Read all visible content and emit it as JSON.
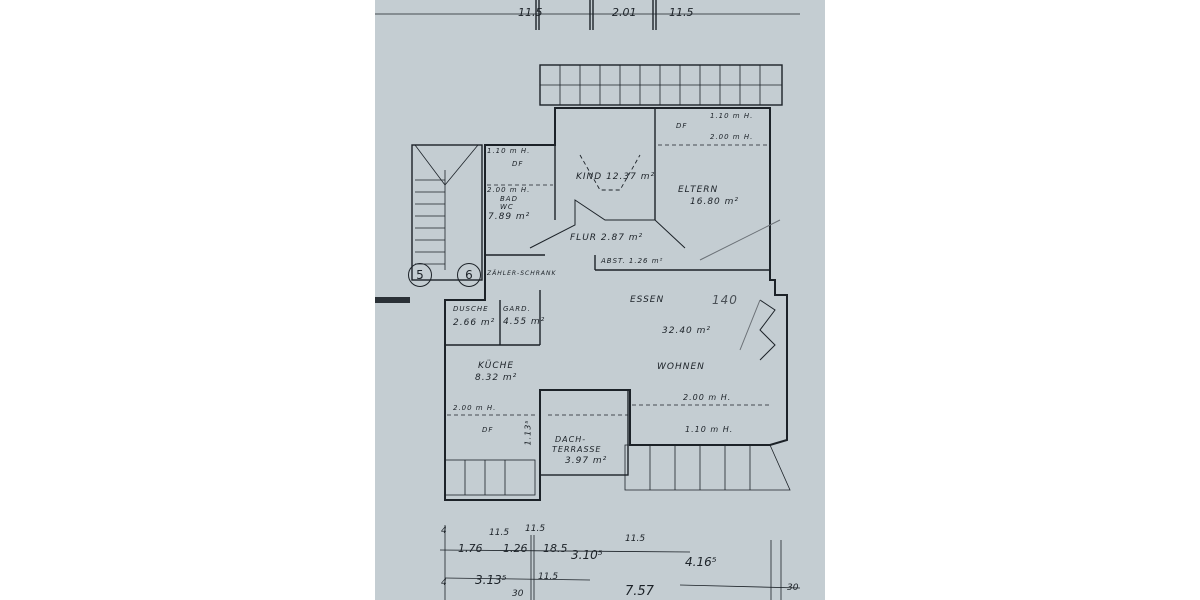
{
  "rooms": {
    "kind": {
      "label": "KIND 12.37 m²"
    },
    "eltern": {
      "name": "ELTERN",
      "area": "16.80 m²"
    },
    "bad": {
      "name": "BAD",
      "name2": "WC",
      "area": "7.89 m²",
      "h1": "1.10 m H.",
      "df": "DF",
      "h2": "2.00 m H."
    },
    "flur": {
      "label": "FLUR 2.87 m²"
    },
    "abst": {
      "label": "ABST. 1.26 m²"
    },
    "dusche": {
      "name": "DUSCHE",
      "area": "2.66 m²"
    },
    "gard": {
      "name": "GARD.",
      "area": "4.55 m²"
    },
    "kueche": {
      "name": "KÜCHE",
      "area": "8.32 m²",
      "h2": "2.00 m H.",
      "df": "DF",
      "dim": "1.13⁵"
    },
    "essen": {
      "name": "ESSEN"
    },
    "wohnen": {
      "name": "WOHNEN",
      "area": "32.40 m²",
      "h2": "2.00 m H.",
      "h1": "1.10 m H."
    },
    "terrasse": {
      "name": "DACH-",
      "name2": "TERRASSE",
      "area": "3.97 m²"
    },
    "eltern_df": {
      "df": "DF",
      "h1": "1.10 m H.",
      "h2": "2.00 m H."
    },
    "bad_df": {
      "df": "DF"
    },
    "schacht": {
      "label": "ZÄHLER-SCHRANK"
    }
  },
  "annotations": {
    "pencil_note": "140",
    "stair_5": "5",
    "stair_6": "6"
  },
  "dimensions": {
    "top": [
      "11.5",
      "2.01",
      "11.5"
    ],
    "bottom_row1": [
      "1.76",
      "11.5",
      "1.26",
      "11.5",
      "18.5",
      "3.10⁵",
      "11.5",
      "4.16⁵"
    ],
    "bottom_row2": [
      "3.13⁵",
      "11.5",
      "7.57",
      "30",
      "30"
    ],
    "left_ticks": [
      "4",
      "4"
    ]
  }
}
